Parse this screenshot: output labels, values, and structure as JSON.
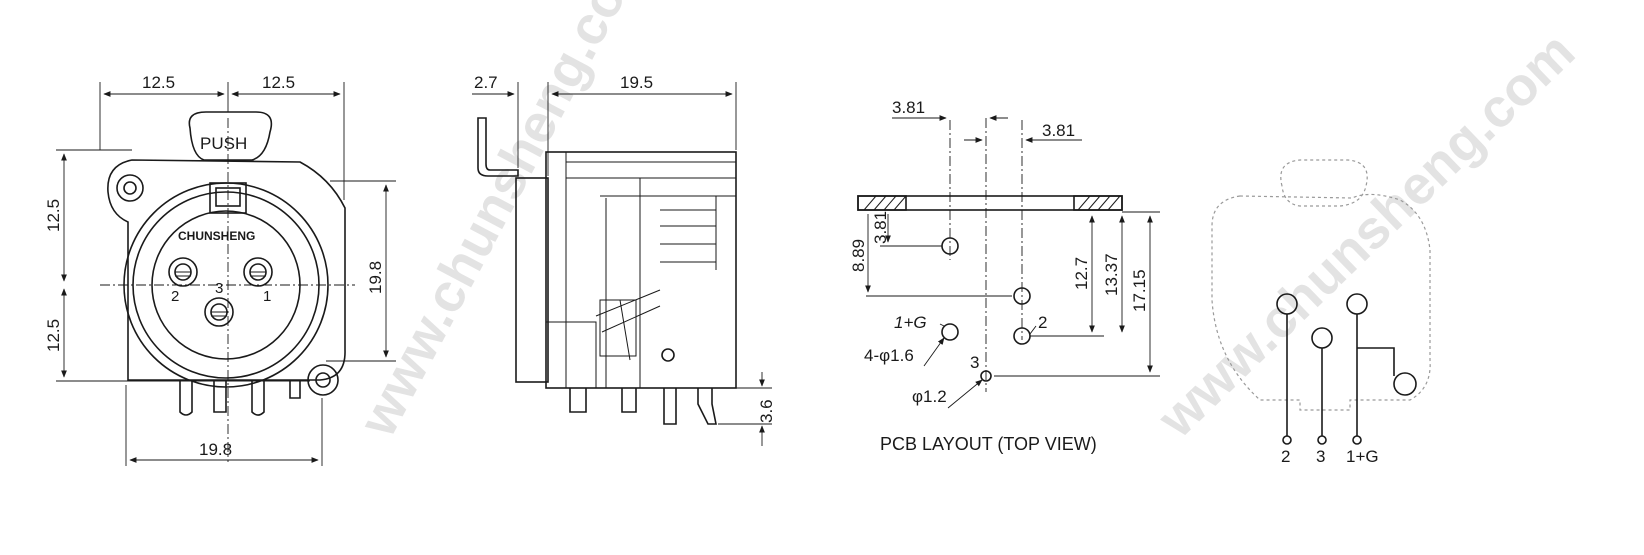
{
  "watermark": "www.chunsheng.com",
  "front_view": {
    "push_label": "PUSH",
    "brand_label": "CHUNSHENG",
    "pin_numbers": [
      "1",
      "2",
      "3"
    ],
    "dim_top_left": "12.5",
    "dim_top_right": "12.5",
    "dim_side_upper": "12.5",
    "dim_side_lower": "12.5",
    "dim_height": "19.8",
    "dim_bottom_width": "19.8"
  },
  "side_view": {
    "dim_offset": "2.7",
    "dim_depth": "19.5",
    "dim_pin_length": "3.6"
  },
  "pcb_layout": {
    "title": "PCB LAYOUT (TOP VIEW)",
    "dim_pitch_left": "3.81",
    "dim_pitch_right": "3.81",
    "dim_edge_small": "3.81",
    "dim_edge_large": "8.89",
    "dim_row_1": "12.7",
    "dim_row_2": "13.37",
    "dim_row_3": "17.15",
    "hole_large_note": "4-φ1.6",
    "hole_small_note": "φ1.2",
    "pin_labels": [
      "1+G",
      "2",
      "3"
    ]
  },
  "rear_view": {
    "pin_labels": [
      "2",
      "3",
      "1+G"
    ]
  }
}
